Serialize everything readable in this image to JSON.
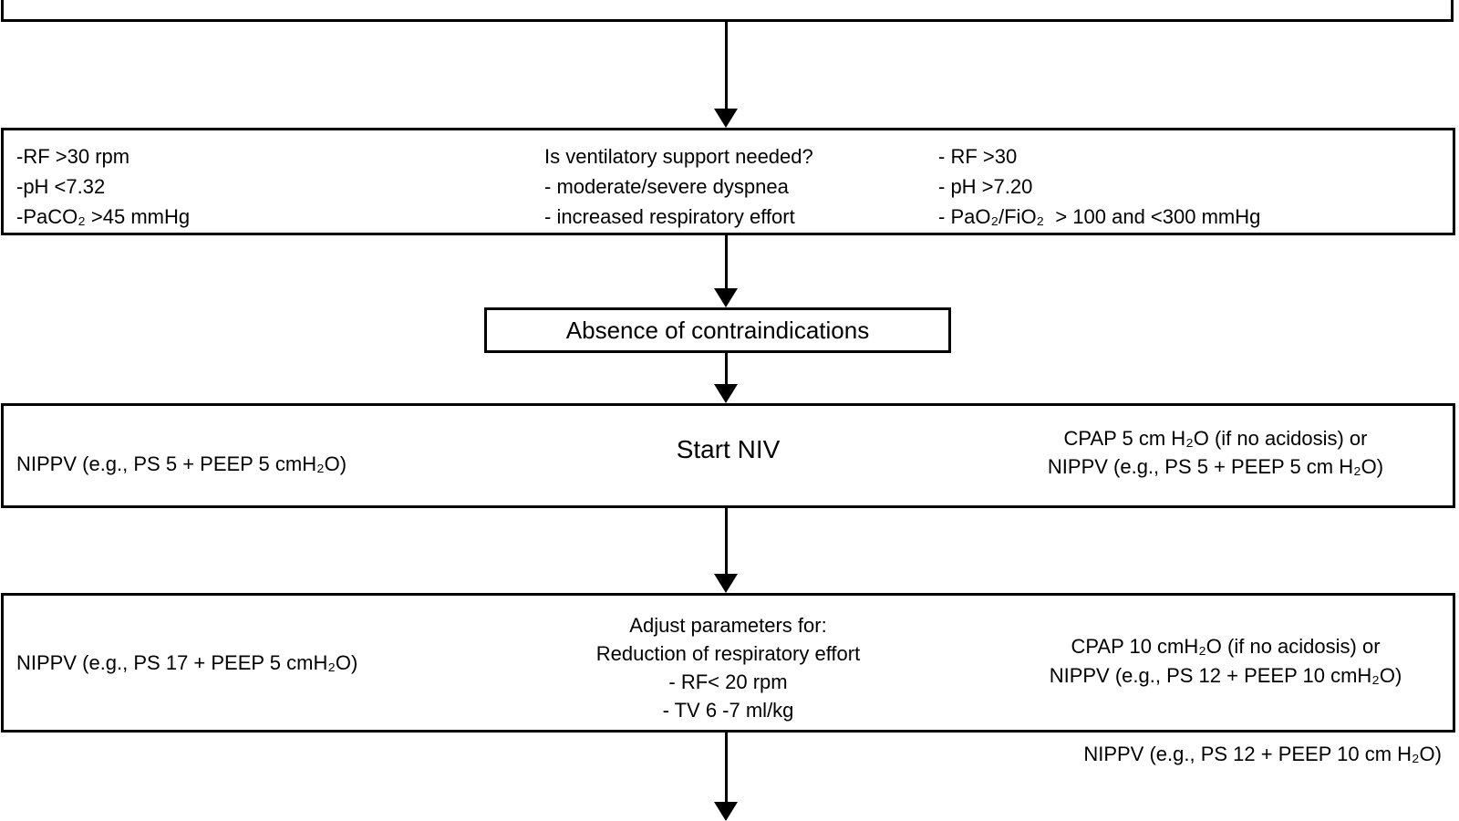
{
  "figure": {
    "background": "#ffffff",
    "line_color": "#000000"
  },
  "criteria_box": {
    "left": [
      "-RF >30 rpm",
      "-pH <7.32",
      "-PaCO₂ >45 mmHg"
    ],
    "center": [
      "Is ventilatory support needed?",
      "- moderate/severe dyspnea",
      "- increased respiratory effort"
    ],
    "right": [
      "- RF >30",
      "- pH >7.20",
      "- PaO₂/FiO₂  > 100 and <300 mmHg"
    ]
  },
  "absence_box": {
    "label": "Absence of contraindications"
  },
  "start_box": {
    "left": "NIPPV (e.g., PS 5 + PEEP 5 cmH₂O)",
    "center": "Start NIV",
    "right": [
      "CPAP 5 cm H₂O (if no acidosis) or",
      "NIPPV (e.g., PS 5 + PEEP 5 cm H₂O)"
    ]
  },
  "adjust_box": {
    "left": "NIPPV (e.g., PS 17 + PEEP 5 cmH₂O)",
    "center": [
      "Adjust parameters for:",
      "Reduction of respiratory effort",
      "- RF< 20 rpm",
      "- TV 6 -7 ml/kg"
    ],
    "right": [
      "CPAP 10 cmH₂O (if no acidosis) or",
      "NIPPV (e.g., PS 12 + PEEP 10 cmH₂O)"
    ]
  },
  "footnote": "NIPPV (e.g., PS 12 + PEEP 10 cm H₂O)"
}
